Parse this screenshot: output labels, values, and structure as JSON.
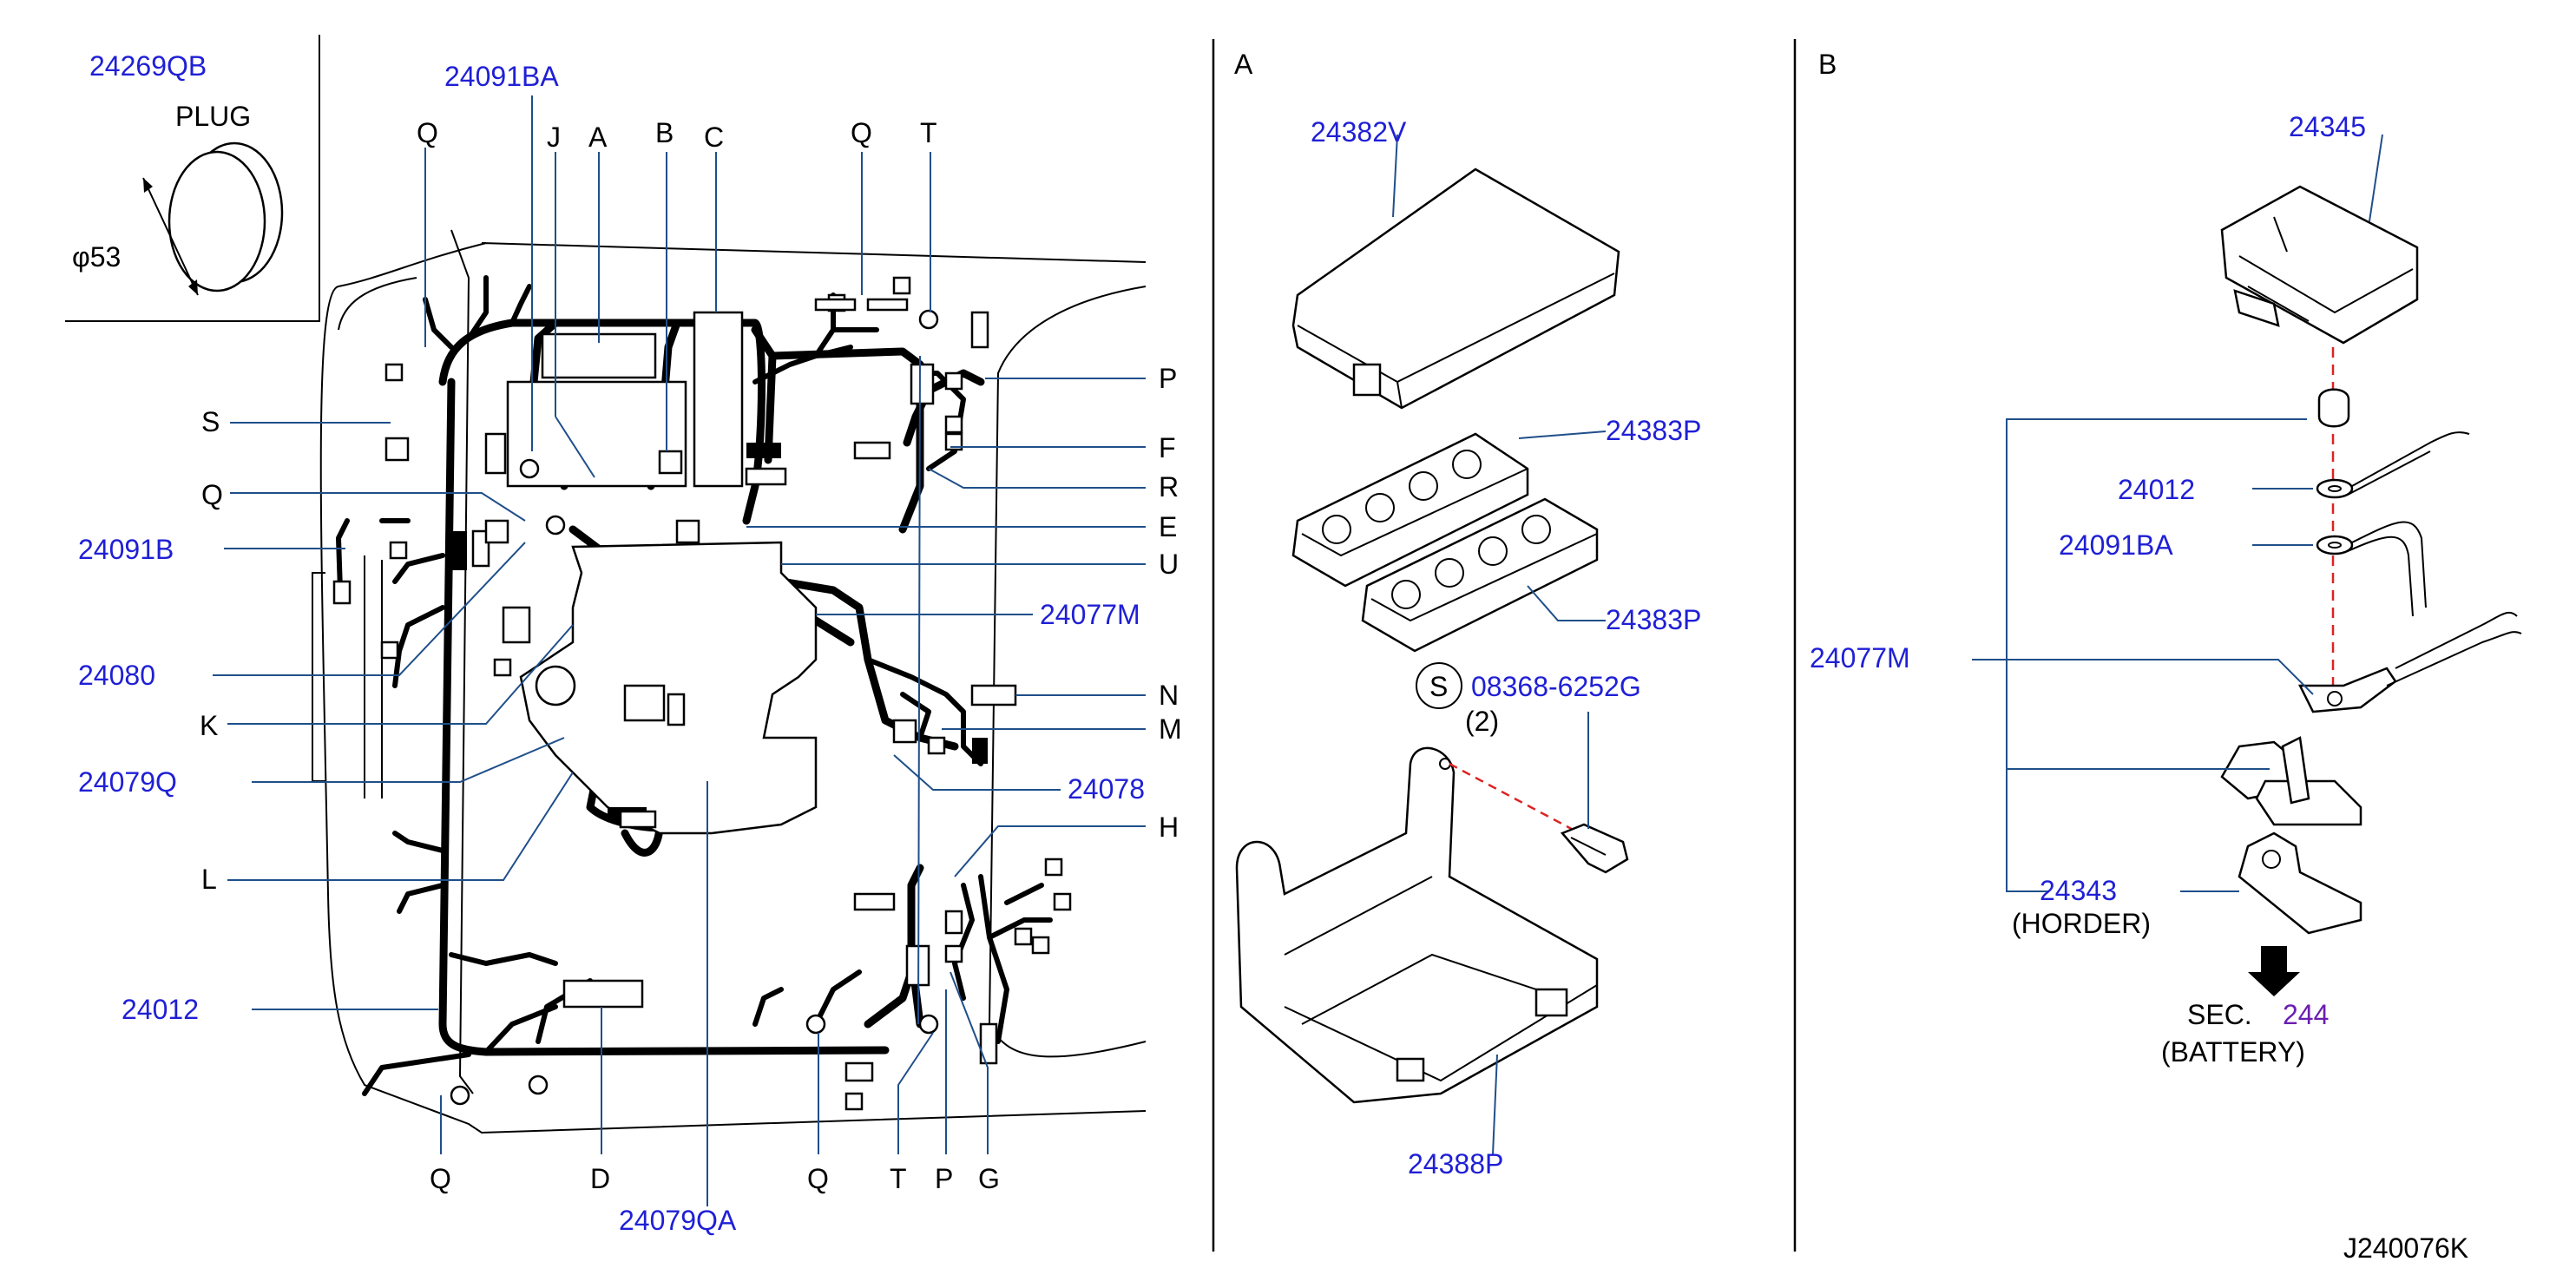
{
  "labels": {
    "p24269qb": "24269QB",
    "plug": "PLUG",
    "phi53": "φ53",
    "p24091ba_left": "24091BA",
    "l_q_top_left": "Q",
    "l_j": "J",
    "l_a": "A",
    "l_b": "B",
    "l_c": "C",
    "l_q_top_mid": "Q",
    "l_t_top": "T",
    "l_s": "S",
    "l_q_mid_left": "Q",
    "p24091b": "24091B",
    "p24080": "24080",
    "l_k": "K",
    "p24079q": "24079Q",
    "l_l": "L",
    "p24012_left": "24012",
    "l_p_right": "P",
    "l_f": "F",
    "l_r": "R",
    "l_e": "E",
    "l_u": "U",
    "p24077m_mid": "24077M",
    "l_n": "N",
    "l_m": "M",
    "p24078": "24078",
    "l_h": "H",
    "l_q_bot_left": "Q",
    "l_d": "D",
    "p24079qa": "24079QA",
    "l_q_bot_mid": "Q",
    "l_t_bot": "T",
    "l_p_bot": "P",
    "l_g": "G",
    "sec_a": "A",
    "p24382v": "24382V",
    "p24383p_top": "24383P",
    "p24383p_bot": "24383P",
    "s_mark": "S",
    "p08368": "08368-6252G",
    "qty2": "(2)",
    "p24388p": "24388P",
    "sec_b": "B",
    "p24345": "24345",
    "p24012_right": "24012",
    "p24091ba_right": "24091BA",
    "p24077m_right": "24077M",
    "p24343": "24343",
    "horder": "(HORDER)",
    "sec_text": "SEC.",
    "sec_num": "244",
    "battery": "(BATTERY)",
    "figure_code": "J240076K"
  }
}
